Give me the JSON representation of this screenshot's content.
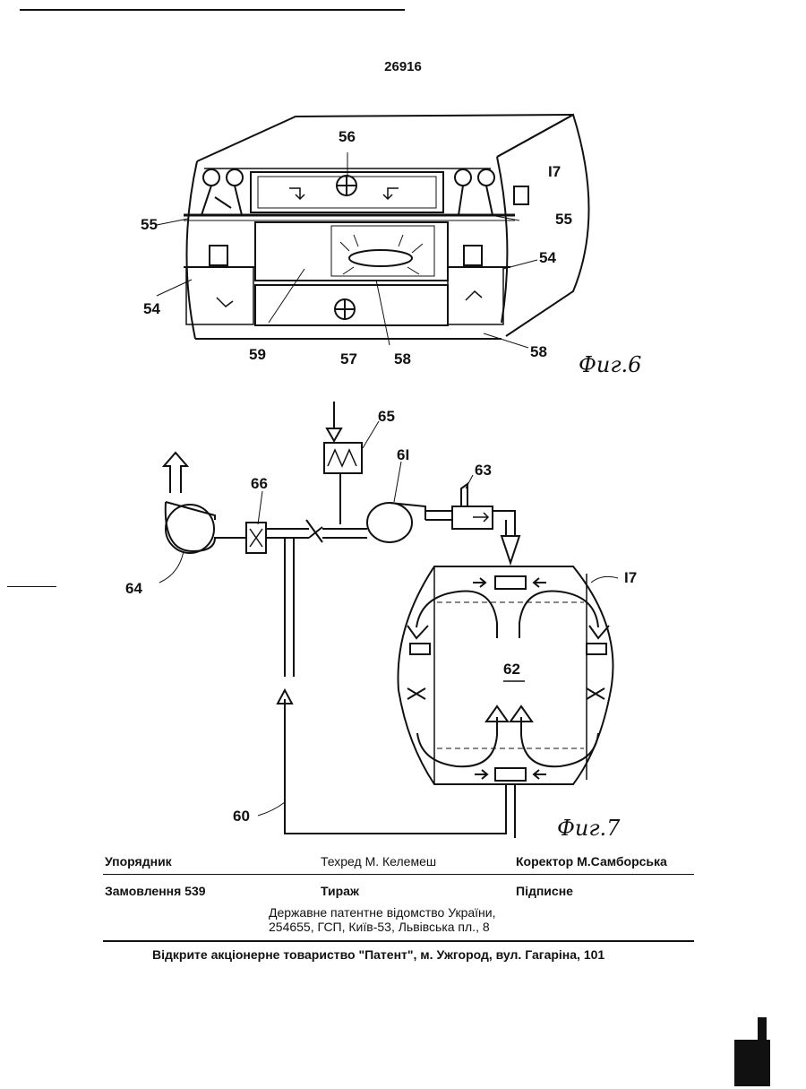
{
  "page": {
    "number": "26916"
  },
  "figure6": {
    "caption": "Фиг.6",
    "labels": {
      "l56": "56",
      "l17": "I7",
      "l55a": "55",
      "l55b": "55",
      "l54a": "54",
      "l54b": "54",
      "l59": "59",
      "l57": "57",
      "l58a": "58",
      "l58b": "58"
    }
  },
  "figure7": {
    "caption": "Фиг.7",
    "labels": {
      "l65": "65",
      "l61": "6I",
      "l63": "63",
      "l66": "66",
      "l64": "64",
      "l17": "I7",
      "l62": "62",
      "l60": "60"
    }
  },
  "imprint": {
    "compiler": "Упорядник",
    "techred": "Техред М. Келемеш",
    "corrector": "Коректор М.Самборська",
    "order": "Замовлення 539",
    "circulation": "Тираж",
    "subscription": "Підписне",
    "office_line1": "Державне патентне відомство України,",
    "office_line2": "254655, ГСП, Київ-53, Львівська пл., 8",
    "printer": "Відкрите акціонерне товариство \"Патент\", м. Ужгород, вул. Гагаріна, 101"
  }
}
